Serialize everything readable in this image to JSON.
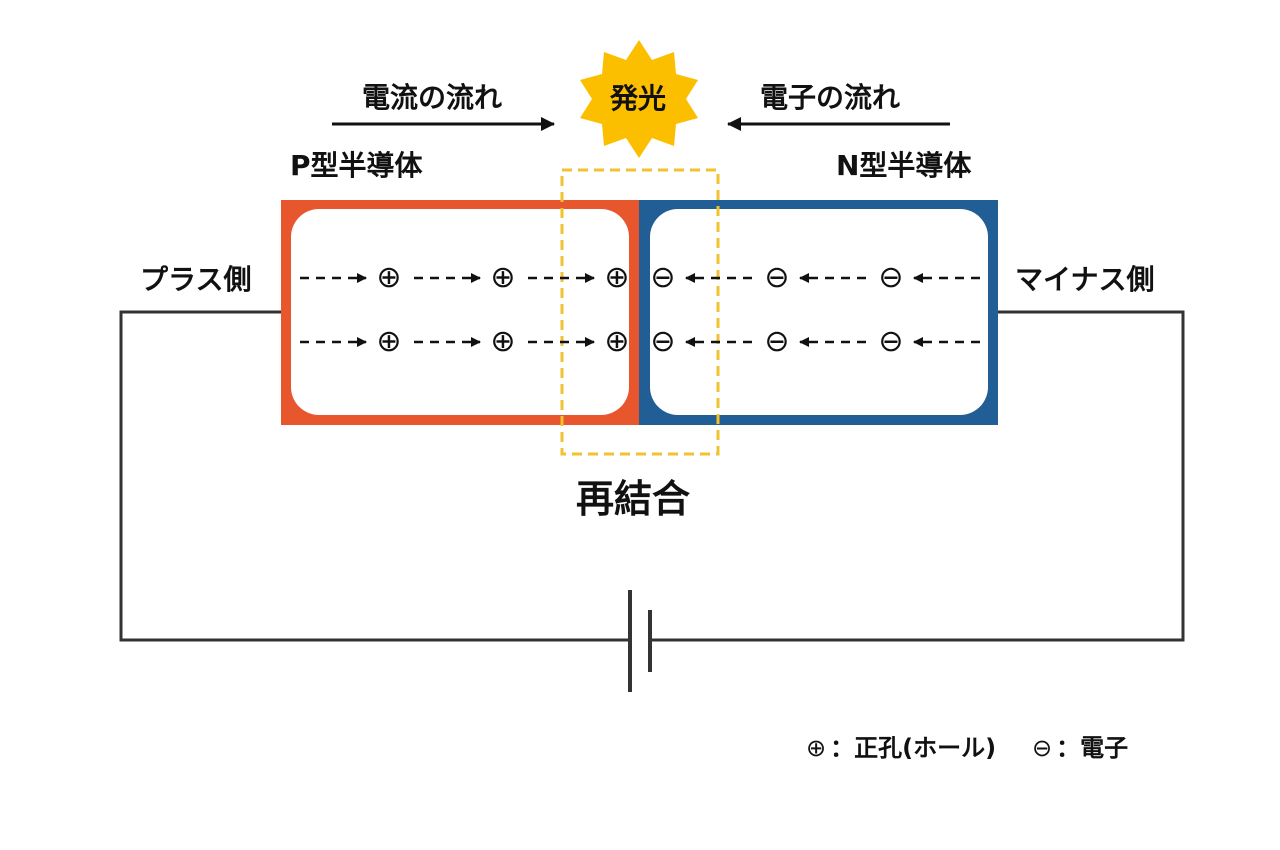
{
  "labels": {
    "current_flow": "電流の流れ",
    "electron_flow": "電子の流れ",
    "emission": "発光",
    "p_type": "P型半導体",
    "n_type": "N型半導体",
    "plus_side": "プラス側",
    "minus_side": "マイナス側",
    "recombination": "再結合"
  },
  "symbols": {
    "hole": "⊕",
    "electron": "⊖"
  },
  "legend": {
    "hole_symbol": "⊕",
    "hole_text": "：正孔(ホール)",
    "electron_symbol": "⊖",
    "electron_text": "：電子"
  },
  "colors": {
    "p_region": "#e8562d",
    "n_region": "#215e95",
    "emission_star": "#fbbf00",
    "recombination_box": "#f2c12e",
    "wire": "#333333"
  }
}
